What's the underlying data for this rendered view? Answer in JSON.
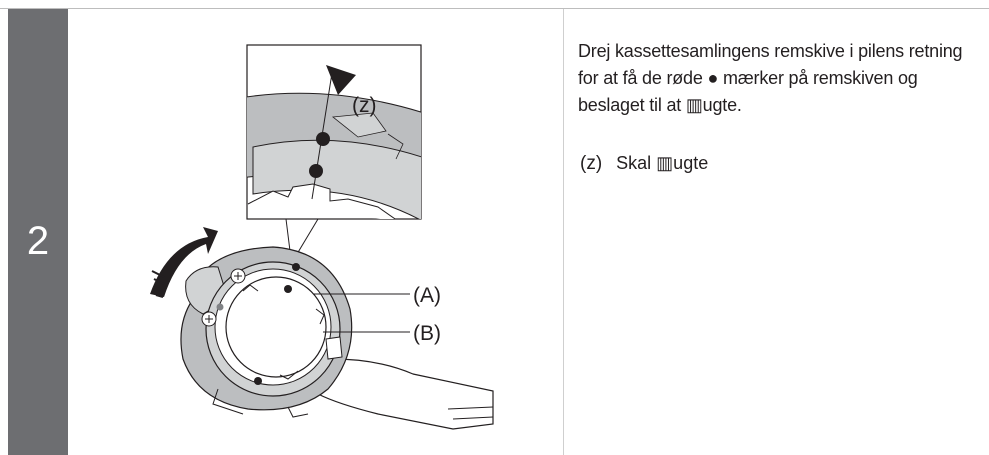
{
  "step": {
    "number": "2"
  },
  "figure": {
    "callout_label": "(z)",
    "label_a": "(A)",
    "label_b": "(B)"
  },
  "instruction": {
    "text": "Drej kassettesamlingens remskive i pilens retning for at få de røde ● mærker på remskiven og beslaget til at ▥ugte."
  },
  "note": {
    "key": "(z)",
    "text": "Skal ▥ugte"
  },
  "colors": {
    "step_bar": "#6d6e71",
    "part_gray": "#bcbec0",
    "text": "#231f20"
  }
}
